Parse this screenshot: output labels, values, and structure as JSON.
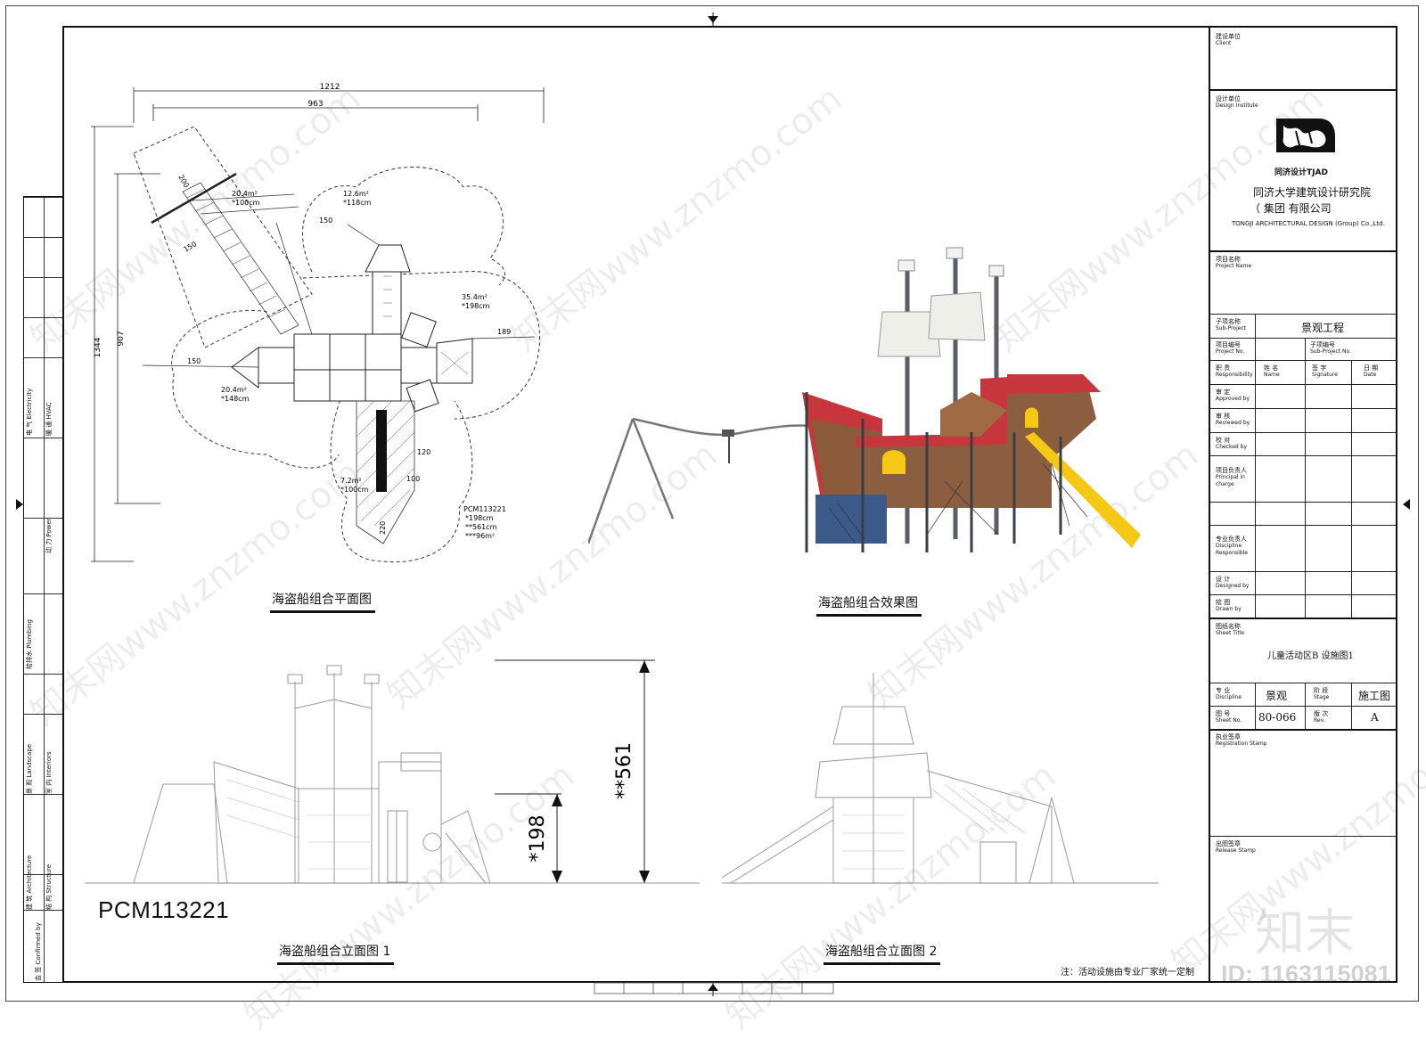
{
  "drawing": {
    "plan_title": "海盗船组合平面图",
    "render_title": "海盗船组合效果图",
    "elevation1_title": "海盗船组合立面图  1",
    "elevation2_title": "海盗船组合立面图  2",
    "product_code": "PCM113221",
    "note": "注：活动设施由专业厂家统一定制"
  },
  "plan": {
    "dims": {
      "top_outer": "1212",
      "top_inner": "963",
      "left_outer": "1344",
      "left_inner": "907",
      "d_200": "200",
      "d_150a": "150",
      "d_150b": "150",
      "d_150c": "150",
      "d_189": "189",
      "d_120": "120",
      "d_100": "100",
      "d_220": "220"
    },
    "areas": [
      {
        "line1": "20.4m²",
        "line2": "*100cm"
      },
      {
        "line1": "12.6m²",
        "line2": "*118cm"
      },
      {
        "line1": "35.4m²",
        "line2": "*198cm"
      },
      {
        "line1": "20.4m²",
        "line2": "*148cm"
      },
      {
        "line1": "7.2m²",
        "line2": "*100cm"
      }
    ],
    "spec": {
      "line1": "PCM113221",
      "line2": "*198cm",
      "line3": "**561cm",
      "line4": "***96m²"
    }
  },
  "elevation": {
    "h1": "*198",
    "h2": "**561"
  },
  "stamp_column": [
    {
      "cn": "电 气",
      "en": "Electricity",
      "cn2": "暖 通",
      "en2": "HVAC"
    },
    {
      "cn": "给排水",
      "en": "Plumbing",
      "cn2": "动 力",
      "en2": "Power"
    },
    {
      "cn": "景 观",
      "en": "Landscape",
      "cn2": "室 内",
      "en2": "Interiors"
    },
    {
      "cn": "建 筑",
      "en": "Architecture",
      "cn2": "结 构",
      "en2": "Structure"
    },
    {
      "cn": "会 签",
      "en": "Confirmed by",
      "cn2": "",
      "en2": ""
    }
  ],
  "title_block": {
    "client_cn": "建设单位",
    "client_en": "Client",
    "institute_cn": "设计单位",
    "institute_en": "Design Institute",
    "logo_text": "同济设计TJAD",
    "company_cn1": "同济大学建筑设计研究院",
    "company_cn2": "（    集团    有限公司",
    "company_en": "TONGJI ARCHITECTURAL DESIGN (Group) Co.,Ltd.",
    "project_name_cn": "项目名称",
    "project_name_en": "Project Name",
    "sub_project_cn": "子项名称",
    "sub_project_en": "Sub-Project",
    "sub_project_val": "景观工程",
    "project_no_cn": "项目编号",
    "project_no_en": "Project No.",
    "sub_project_no_cn": "子项编号",
    "sub_project_no_en": "Sub-Project No.",
    "resp_cn": "职 责",
    "resp_en": "Responsibility",
    "name_cn": "姓 名",
    "name_en": "Name",
    "sign_cn": "签 字",
    "sign_en": "Signature",
    "date_cn": "日 期",
    "date_en": "Date",
    "approved_cn": "审 定",
    "approved_en": "Approved by",
    "reviewed_cn": "审 核",
    "reviewed_en": "Reviewed by",
    "checked_cn": "校 对",
    "checked_en": "Checked by",
    "principal_cn": "项目负责人",
    "principal_en": "Principal in charge",
    "discipline_resp_cn": "专业负责人",
    "discipline_resp_en": "Discipline Responsible",
    "designed_cn": "设 计",
    "designed_en": "Designed by",
    "drawn_cn": "绘 图",
    "drawn_en": "Drawn by",
    "sheet_title_cn": "图纸名称",
    "sheet_title_en": "Sheet Title",
    "sheet_title_val": "儿童活动区B 设施图1",
    "discipline_cn": "专 业",
    "discipline_en": "Discipline",
    "discipline_val": "景观",
    "stage_cn": "阶 段",
    "stage_en": "Stage",
    "stage_val": "施工图",
    "sheet_no_cn": "图 号",
    "sheet_no_en": "Sheet No.",
    "sheet_no_val": "80-066",
    "rev_cn": "版 次",
    "rev_en": "Rev.",
    "rev_val": "A",
    "reg_stamp_cn": "执业签章",
    "reg_stamp_en": "Registration Stamp",
    "release_stamp_cn": "出图签章",
    "release_stamp_en": "Release Stamp"
  },
  "watermark": {
    "text": "知末网www.znzmo.com",
    "brand": "知末",
    "id": "ID: 1163115081"
  }
}
